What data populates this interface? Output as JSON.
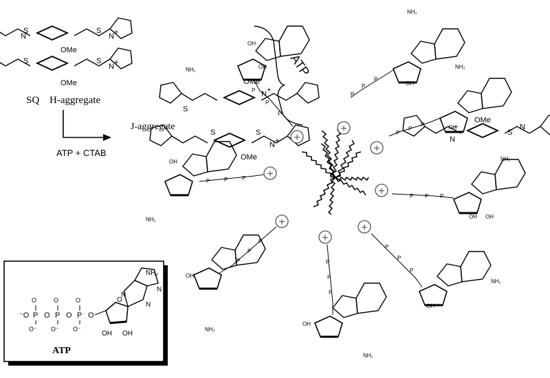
{
  "labels": {
    "sq": "SQ",
    "h_aggregate": "H-aggregate",
    "j_aggregate": "J-aggregate",
    "reagents": "ATP + CTAB",
    "atp_bracket": "ATP",
    "inset_caption": "ATP"
  },
  "atoms": {
    "S": "S",
    "N_plus": "N",
    "plus": "+",
    "OMe": "OMe",
    "O": "O",
    "OH": "OH",
    "NH2": "NH₂",
    "N": "N",
    "P": "P",
    "O_minus": "O⁻",
    "minus_O": "⁻O"
  },
  "headgroup_symbol": "+"
}
